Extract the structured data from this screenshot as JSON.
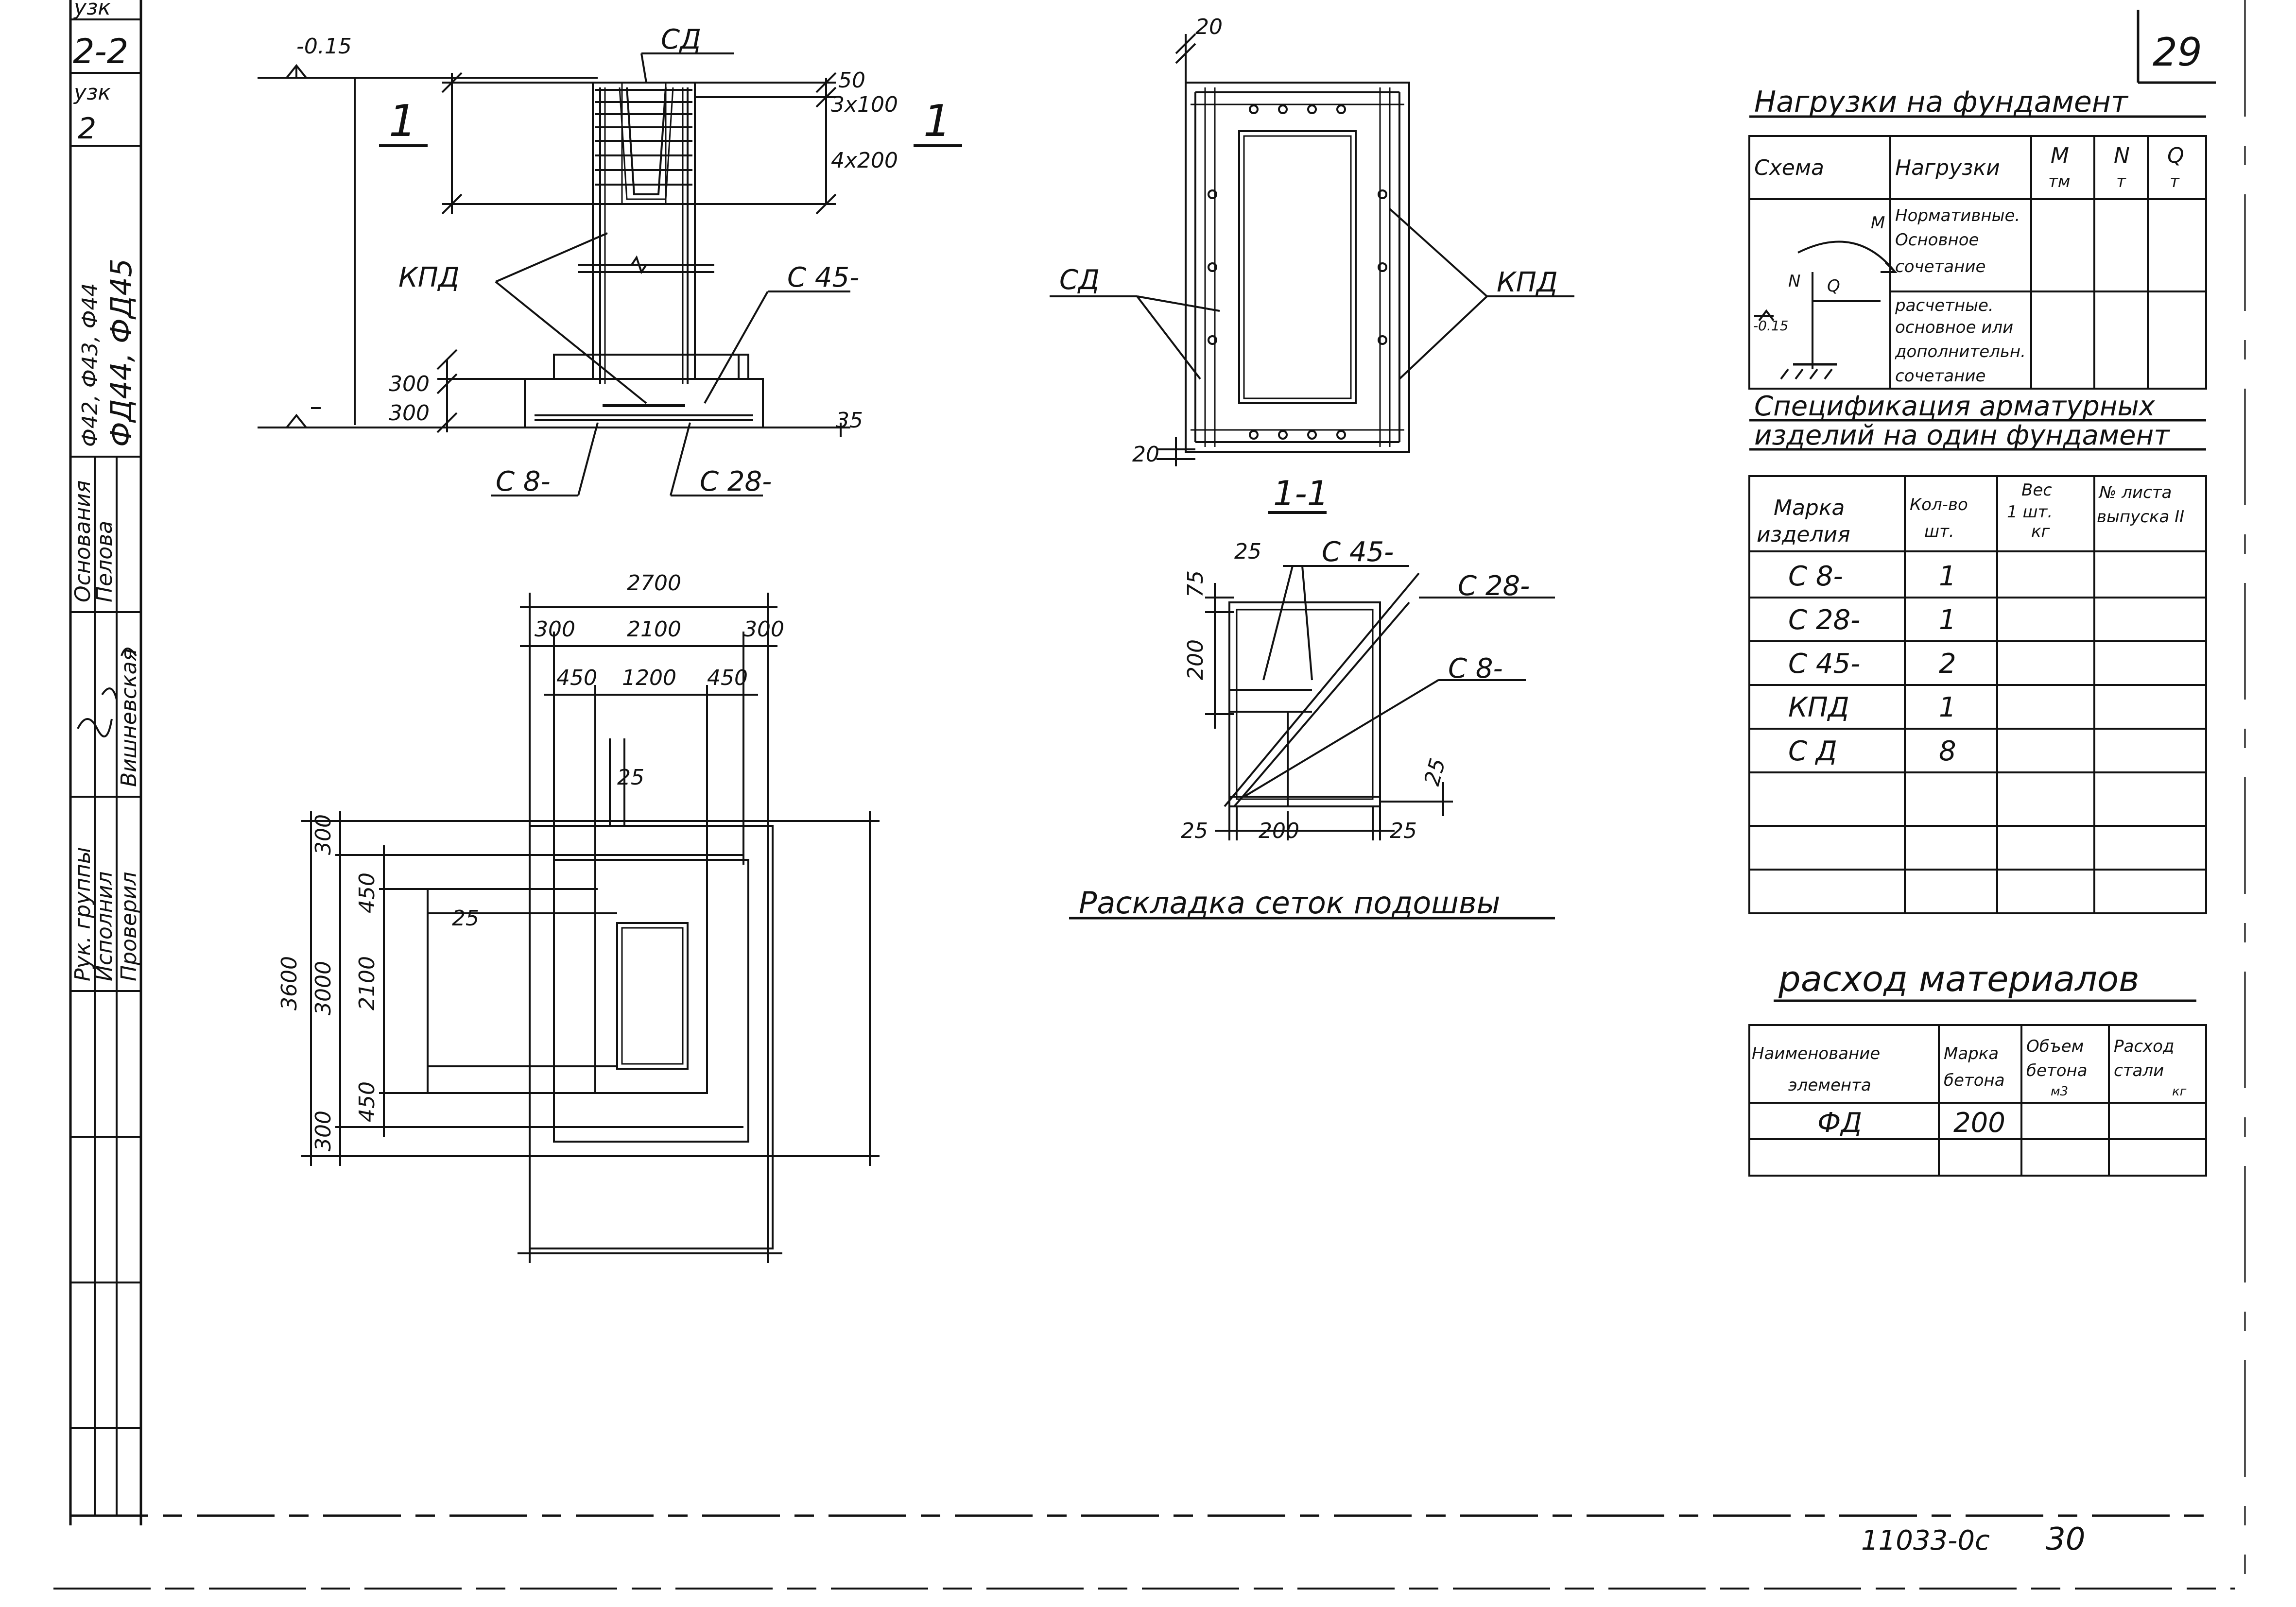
{
  "sheet": {
    "page_number": "29",
    "drawing_code": "11033-0с",
    "sheet_number": "30"
  },
  "title_block": {
    "top_cells": [
      "узк",
      "2-2",
      "узк",
      "2"
    ],
    "series_line1": "ФД44, ФД45",
    "series_line2": "Ф42, Ф43, Ф44",
    "roles": [
      "Рук. группы",
      "Исполнил",
      "Проверил"
    ],
    "names": [
      "Пелова",
      "Вишневская"
    ],
    "header": "Основания"
  },
  "elevation": {
    "level_mark": "-0.15",
    "section_label_left": "1",
    "section_label_right": "1",
    "dims_right": [
      "50",
      "3х100",
      "4х200"
    ],
    "dims_left": [
      "300",
      "300"
    ],
    "dim_bottom_right": "35",
    "labels": {
      "sd": "СД",
      "kpd": "КПД",
      "c45": "С 45-",
      "c8": "С 8-",
      "c28": "С 28-"
    }
  },
  "plan": {
    "dims_top": [
      "2700",
      "300",
      "2100",
      "300",
      "450",
      "1200",
      "450"
    ],
    "dims_left": [
      "3600",
      "300",
      "3000",
      "450",
      "2100",
      "450",
      "300"
    ],
    "inner_dims": [
      "25",
      "25"
    ]
  },
  "section_top": {
    "label_sd": "СД",
    "label_kpd": "КПД",
    "dim_top": "20",
    "dim_bottom": "20",
    "section_title": "1-1"
  },
  "mesh_layout": {
    "labels": [
      "С 45-",
      "С 28-",
      "С 8-"
    ],
    "dims": [
      "25",
      "75",
      "200",
      "25",
      "25",
      "200",
      "25"
    ],
    "caption": "Раскладка сеток подошвы"
  },
  "loads_table": {
    "title": "Нагрузки на фундамент",
    "headers": [
      "Схема",
      "Нагрузки",
      "M",
      "тм",
      "N",
      "т",
      "Q",
      "т"
    ],
    "rows": [
      {
        "text": [
          "Нормативные.",
          "Основное",
          "сочетание"
        ]
      },
      {
        "text": [
          "расчетные.",
          "основное или",
          "дополнительн.",
          "сочетание"
        ]
      }
    ],
    "scheme_labels": {
      "m": "M",
      "n": "N",
      "q": "Q",
      "mark": "-0.15"
    }
  },
  "spec_table": {
    "title_line1": "Спецификация арматурных",
    "title_line2": "изделий на один фундамент",
    "headers": [
      "Марка",
      "изделия",
      "Кол-во",
      "шт.",
      "Вес",
      "1 шт.",
      "кг",
      "№ листа",
      "выпуска II"
    ],
    "rows": [
      {
        "mark": "С 8-",
        "qty": "1"
      },
      {
        "mark": "С 28-",
        "qty": "1"
      },
      {
        "mark": "С 45-",
        "qty": "2"
      },
      {
        "mark": "КПД",
        "qty": "1"
      },
      {
        "mark": "С Д",
        "qty": "8"
      },
      {
        "mark": "",
        "qty": ""
      },
      {
        "mark": "",
        "qty": ""
      },
      {
        "mark": "",
        "qty": ""
      }
    ]
  },
  "materials_table": {
    "title": "расход материалов",
    "headers": [
      "Наименование",
      "элемента",
      "Марка",
      "бетона",
      "Объем",
      "бетона",
      "м3",
      "Расход",
      "стали",
      "кг"
    ],
    "rows": [
      {
        "name": "ФД",
        "grade": "200",
        "volume": "",
        "steel": ""
      },
      {
        "name": "",
        "grade": "",
        "volume": "",
        "steel": ""
      }
    ]
  }
}
